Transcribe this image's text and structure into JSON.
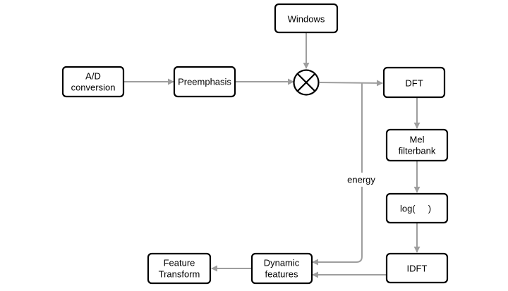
{
  "diagram": {
    "nodes": {
      "windows": {
        "label": "Windows"
      },
      "ad_conversion": {
        "line1": "A/D",
        "line2": "conversion"
      },
      "preemphasis": {
        "label": "Preemphasis"
      },
      "dft": {
        "label": "DFT"
      },
      "mel_filterbank": {
        "line1": "Mel",
        "line2": "filterbank"
      },
      "log": {
        "label": "log(     )"
      },
      "idft": {
        "label": "IDFT"
      },
      "dynamic_features": {
        "line1": "Dynamic",
        "line2": "features"
      },
      "feature_transform": {
        "line1": "Feature",
        "line2": "Transform"
      }
    },
    "edges": {
      "energy_label": "energy"
    },
    "colors": {
      "node_stroke": "#000000",
      "edge_stroke": "#9e9e9e",
      "background": "#ffffff"
    },
    "icons": {
      "multiplier": "circle-x-multiplier-icon"
    }
  }
}
